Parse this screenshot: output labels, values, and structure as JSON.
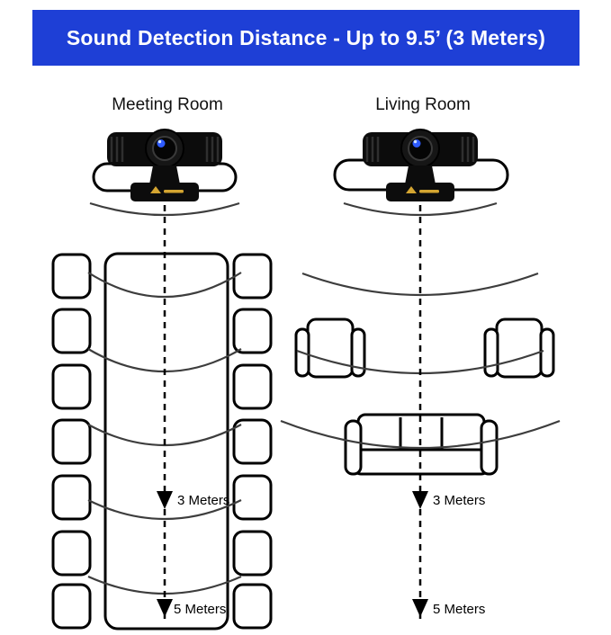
{
  "banner": {
    "title": "Sound Detection Distance - Up to 9.5’ (3 Meters)",
    "bg_color": "#1e3fd6",
    "text_color": "#ffffff"
  },
  "scenes": {
    "meeting_room": {
      "label": "Meeting Room",
      "marker_3m": "3 Meters",
      "marker_5m": "5 Meters"
    },
    "living_room": {
      "label": "Living Room",
      "marker_3m": "3 Meters",
      "marker_5m": "5 Meters"
    }
  },
  "icons": {
    "webcam": "webcam-icon",
    "sound_wave": "sound-wave-arc",
    "distance_arrow": "down-arrow-icon"
  },
  "colors": {
    "banner_blue": "#1e3fd6",
    "lens_blue": "#2e5bff",
    "logo_gold": "#d4a531",
    "outline_black": "#000000",
    "arc_gray": "#3d3d3d"
  }
}
